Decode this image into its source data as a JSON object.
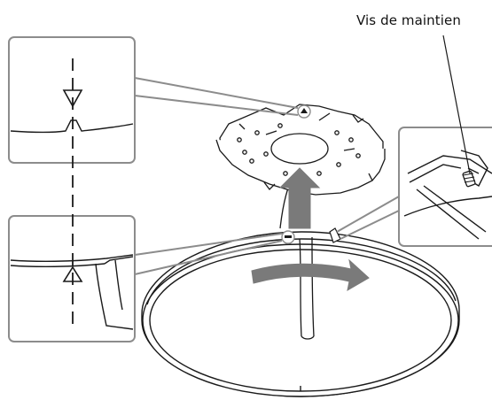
{
  "labels": {
    "retaining_screw": "Vis de maintien"
  },
  "colors": {
    "line": "#1a1a1a",
    "callout_box": "#8c8c8c",
    "arrow_fill": "#7a7a7a",
    "background": "#ffffff"
  },
  "icons": {
    "up_arrow": "up-arrow",
    "rotate_arrow": "rotation-arrow",
    "alignment_triangle_down": "triangle-down",
    "alignment_triangle_up": "triangle-up"
  }
}
